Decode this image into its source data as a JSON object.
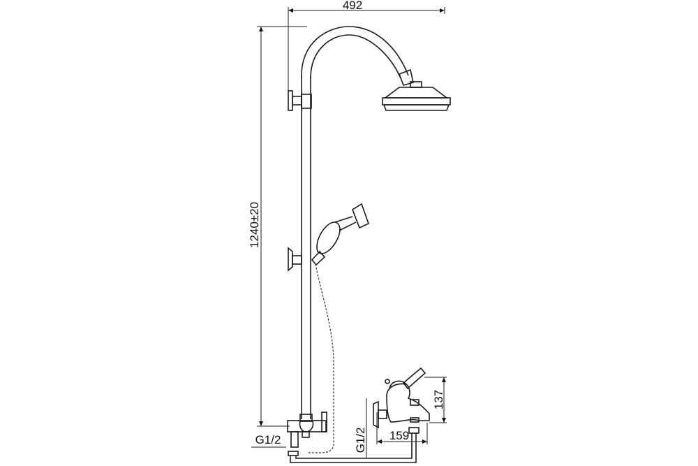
{
  "drawing": {
    "title": "Shower column with bath mixer – dimension drawing",
    "dimensions": {
      "width": "492",
      "height": "1240±20",
      "mixer_height": "137",
      "mixer_depth": "159",
      "thread_left": "G1/2",
      "thread_right": "G1/2"
    },
    "colors": {
      "line": "#1a1a1a",
      "background": "#ffffff"
    }
  }
}
